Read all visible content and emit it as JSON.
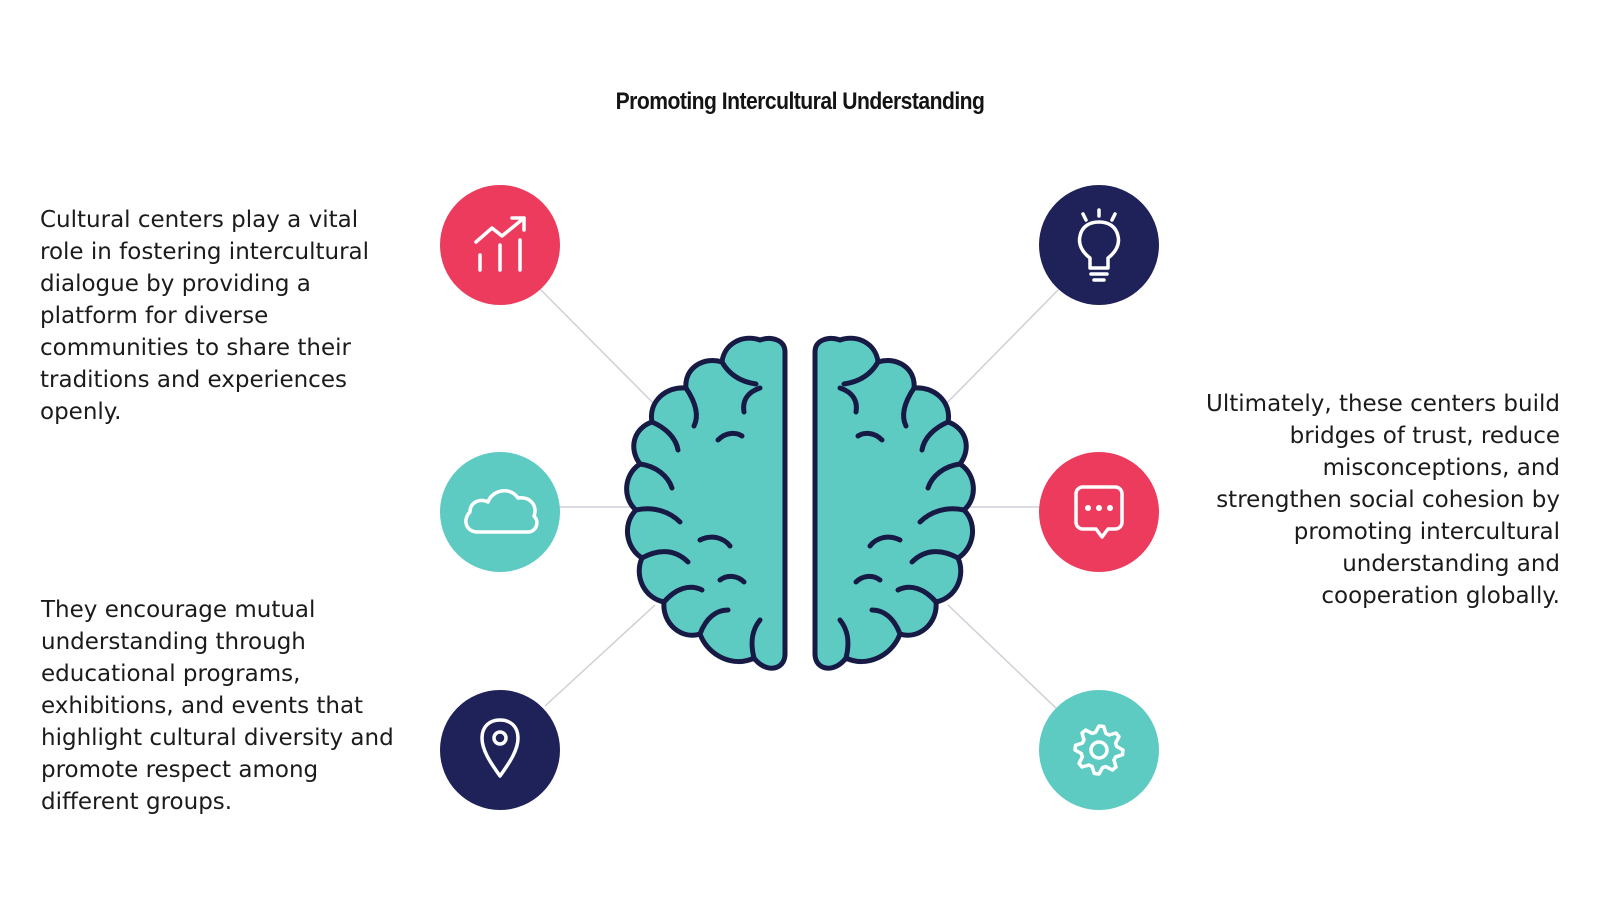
{
  "title": "Promoting Intercultural Understanding",
  "colors": {
    "red": "#EC3B5C",
    "navy": "#1F2258",
    "teal": "#5ECBC3",
    "brain_fill": "#5ECBC3",
    "brain_outline": "#161A45",
    "connector": "#CFCFD8"
  },
  "paragraphs": {
    "left_top": "Cultural centers play a vital role in fostering intercultural dialogue by providing a platform for diverse communities to share their traditions and experiences openly.",
    "left_bottom": "They encourage mutual understanding through educational programs, exhibitions, and events that highlight cultural diversity and promote respect among different groups.",
    "right": "Ultimately, these centers build bridges of trust, reduce misconceptions, and strengthen social cohesion by promoting intercultural understanding and cooperation globally."
  },
  "nodes": [
    {
      "icon": "growth-chart-icon",
      "color": "red"
    },
    {
      "icon": "cloud-icon",
      "color": "teal"
    },
    {
      "icon": "location-pin-icon",
      "color": "navy"
    },
    {
      "icon": "lightbulb-icon",
      "color": "navy"
    },
    {
      "icon": "chat-bubble-icon",
      "color": "red"
    },
    {
      "icon": "gear-icon",
      "color": "teal"
    }
  ],
  "center_icon": "brain-icon"
}
